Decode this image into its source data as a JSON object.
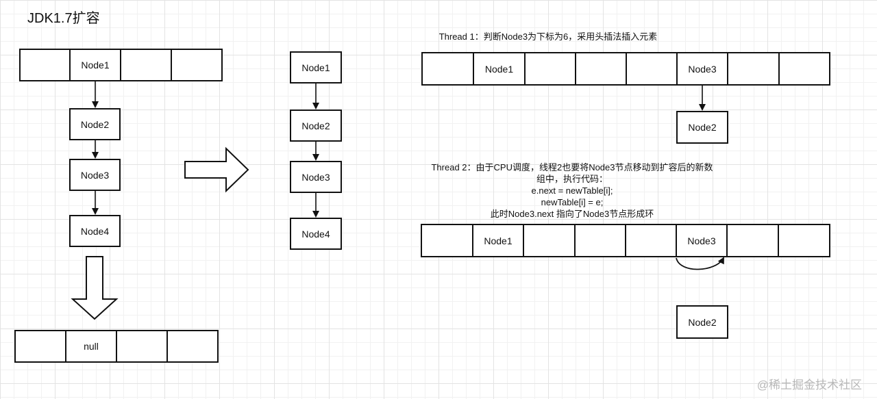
{
  "title": "JDK1.7扩容",
  "left": {
    "top_array": [
      "",
      "Node1",
      "",
      ""
    ],
    "chain": [
      "Node2",
      "Node3",
      "Node4"
    ],
    "bottom_array": [
      "",
      "null",
      "",
      ""
    ]
  },
  "middle": {
    "chain": [
      "Node1",
      "Node2",
      "Node3",
      "Node4"
    ]
  },
  "thread1": {
    "caption": "Thread 1：判断Node3为下标为6，采用头插法插入元素",
    "array": [
      "",
      "Node1",
      "",
      "",
      "",
      "Node3",
      "",
      ""
    ],
    "below": "Node2"
  },
  "thread2": {
    "caption": [
      "Thread 2：由于CPU调度，线程2也要将Node3节点移动到扩容后的新数",
      "组中，执行代码：",
      "e.next = newTable[i];",
      "newTable[i] = e;",
      "此时Node3.next 指向了Node3节点形成环"
    ],
    "array": [
      "",
      "Node1",
      "",
      "",
      "",
      "Node3",
      "",
      ""
    ],
    "below": "Node2"
  },
  "watermark": "@稀土掘金技术社区"
}
